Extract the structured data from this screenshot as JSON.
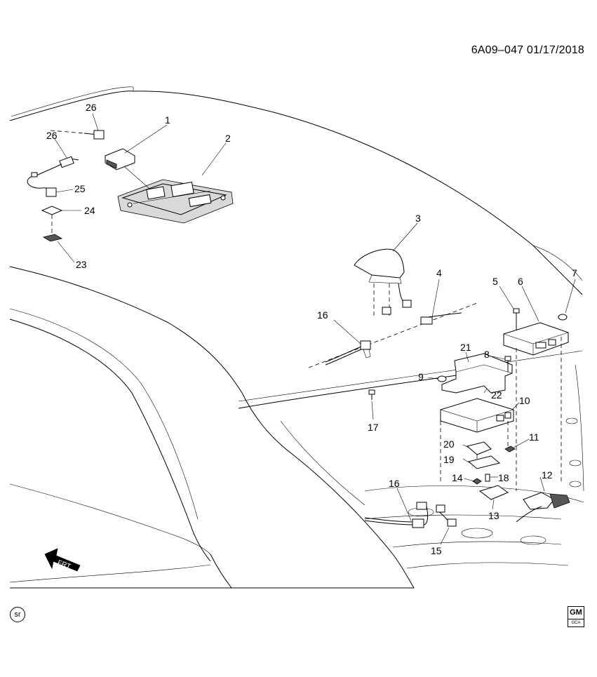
{
  "header": {
    "reference": "6A09–047  01/17/2018"
  },
  "callouts": [
    {
      "id": "c1",
      "label": "1"
    },
    {
      "id": "c2",
      "label": "2"
    },
    {
      "id": "c3",
      "label": "3"
    },
    {
      "id": "c4",
      "label": "4"
    },
    {
      "id": "c5",
      "label": "5"
    },
    {
      "id": "c6",
      "label": "6"
    },
    {
      "id": "c7",
      "label": "7"
    },
    {
      "id": "c8",
      "label": "8"
    },
    {
      "id": "c9",
      "label": "9"
    },
    {
      "id": "c10",
      "label": "10"
    },
    {
      "id": "c11",
      "label": "11"
    },
    {
      "id": "c12",
      "label": "12"
    },
    {
      "id": "c13",
      "label": "13"
    },
    {
      "id": "c14",
      "label": "14"
    },
    {
      "id": "c15",
      "label": "15"
    },
    {
      "id": "c16a",
      "label": "16"
    },
    {
      "id": "c16b",
      "label": "16"
    },
    {
      "id": "c17",
      "label": "17"
    },
    {
      "id": "c18",
      "label": "18"
    },
    {
      "id": "c19",
      "label": "19"
    },
    {
      "id": "c20",
      "label": "20"
    },
    {
      "id": "c21",
      "label": "21"
    },
    {
      "id": "c22",
      "label": "22"
    },
    {
      "id": "c23",
      "label": "23"
    },
    {
      "id": "c24",
      "label": "24"
    },
    {
      "id": "c25",
      "label": "25"
    },
    {
      "id": "c26a",
      "label": "26"
    },
    {
      "id": "c26b",
      "label": "26"
    }
  ],
  "direction_marker": {
    "label": "FRT"
  },
  "logos": {
    "sr": "sr",
    "gm": "GM",
    "gm_sub": "GCA"
  }
}
